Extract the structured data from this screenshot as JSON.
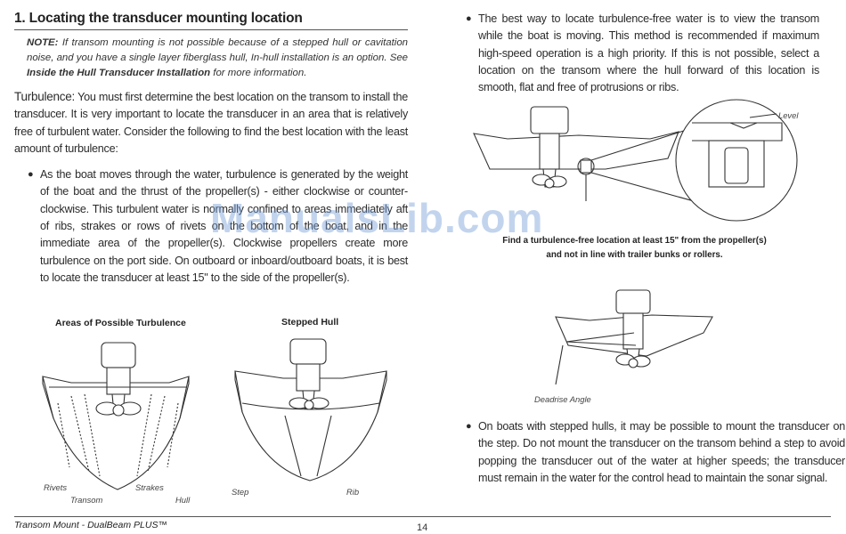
{
  "heading": "1. Locating the transducer mounting location",
  "note": {
    "label": "NOTE:",
    "text_a": " If transom mounting is not possible because of a stepped hull or cavitation noise, and you have a single layer fiberglass hull, In-hull installation is an option. See ",
    "link": "Inside the Hull Transducer Installation",
    "text_b": " for more information."
  },
  "turbulence": {
    "label": "Turbulence:",
    "text": " You must first determine the best location on the transom to install the transducer. It is very important to locate the transducer in an area that is relatively free of turbulent water. Consider the following to find the best location with the least amount of turbulence:"
  },
  "bullets_left": [
    "As the boat moves through the water, turbulence is generated by the weight of the boat and the thrust of the propeller(s) - either clockwise or counter-clockwise. This turbulent water is normally confined to areas immediately aft of ribs, strakes or rows of rivets on the bottom of the boat, and in the immediate area of the propeller(s). Clockwise propellers create more turbulence on the port side. On outboard or inboard/outboard boats, it is best to locate the transducer at least 15\" to the side of the propeller(s)."
  ],
  "bullets_right": [
    "The best way to locate turbulence-free water is to view the transom while the boat is moving. This method is recommended if maximum high-speed operation is a high priority. If this is not possible, select a location on the transom where the hull forward of this location is smooth, flat and free of protrusions or ribs.",
    "On boats with stepped hulls, it may be possible to mount the transducer on the step. Do not mount the transducer on the transom behind a step to avoid popping the transducer out of the water at higher speeds; the transducer must remain in the water for the control head to maintain the sonar signal."
  ],
  "figures": {
    "turbulence_title": "Areas of Possible Turbulence",
    "stepped_title": "Stepped Hull",
    "labels": {
      "rivets": "Rivets",
      "transom": "Transom",
      "strakes": "Strakes",
      "hull": "Hull",
      "step": "Step",
      "rib": "Rib",
      "level": "Level",
      "deadrise": "Deadrise Angle"
    },
    "caption_line1": "Find a turbulence-free location at least 15\" from the propeller(s)",
    "caption_line2": "and not in line with trailer bunks or rollers."
  },
  "footer": {
    "title": "Transom Mount - DualBeam PLUS™",
    "page": "14"
  },
  "watermark": "ManualsLib.com"
}
